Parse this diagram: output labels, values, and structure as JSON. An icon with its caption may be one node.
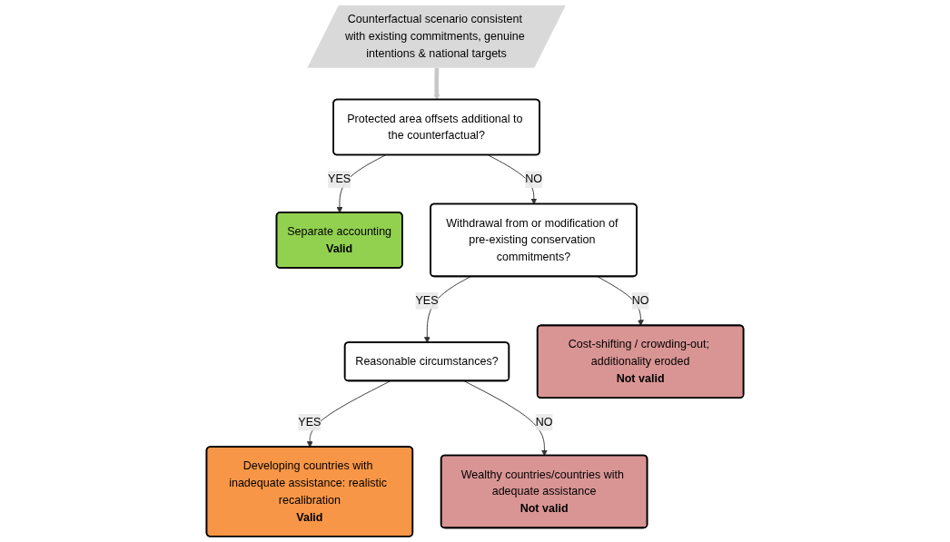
{
  "diagram": {
    "nodes": [
      {
        "text": [
          "Counterfactual scenario consistent with existing commitments, genuine intentions & national targets"
        ]
      },
      {
        "text": [
          "Protected area offsets additional to the counterfactual?"
        ]
      },
      {
        "text": [
          "Separate accounting",
          "Valid"
        ]
      },
      {
        "text": [
          "Withdrawal from or modification of pre-existing conservation commitments?"
        ]
      },
      {
        "text": [
          "Reasonable circumstances?"
        ]
      },
      {
        "text": [
          "Cost-shifting / crowding-out; additionality eroded",
          "Not valid"
        ]
      },
      {
        "text": [
          "Developing countries with inadequate assistance: realistic recalibration",
          "Valid"
        ]
      },
      {
        "text": [
          "Wealthy countries/countries with adequate assistance",
          "Not valid"
        ]
      }
    ],
    "edges": [
      {
        "from": 0,
        "to": 1,
        "arrow": "to",
        "style": "thick",
        "color": "#c8c8c8"
      },
      {
        "from": 1,
        "to": 2,
        "arrow": "to",
        "label": "YES"
      },
      {
        "from": 1,
        "to": 3,
        "arrow": "to",
        "label": "NO"
      },
      {
        "from": 3,
        "to": 4,
        "arrow": "to",
        "label": "YES"
      },
      {
        "from": 3,
        "to": 5,
        "arrow": "to",
        "label": "NO"
      },
      {
        "from": 4,
        "to": 6,
        "arrow": "to",
        "label": "YES"
      },
      {
        "from": 4,
        "to": 7,
        "arrow": "to",
        "label": "NO"
      }
    ]
  }
}
